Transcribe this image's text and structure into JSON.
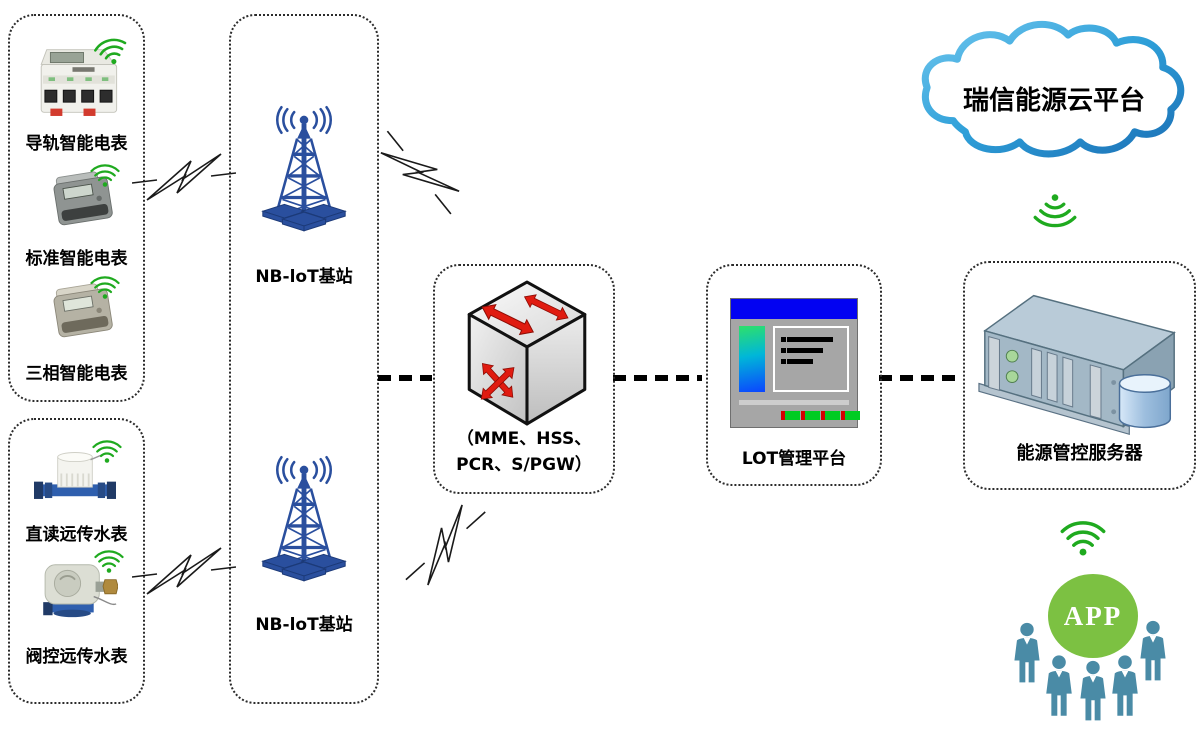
{
  "colors": {
    "tower_blue": "#2a4f9e",
    "wifi_green": "#1faa1f",
    "arrow_red": "#e01b10",
    "app_green": "#7cc142",
    "people_blue": "#4a8ba6",
    "cloud_blue": "#1f7fc4",
    "titlebar_blue": "#0202f2",
    "bolt_black": "#1a1a1a"
  },
  "icons": {
    "din_rail_meter": "din-rail-meter-icon",
    "standard_meter": "standard-meter-icon",
    "three_phase_meter": "three-phase-meter-icon",
    "direct_water_meter": "direct-reading-water-meter-icon",
    "valve_water_meter": "valve-control-water-meter-icon",
    "cell_tower": "cell-tower-icon",
    "core_switch": "core-network-switch-icon",
    "console": "management-console-icon",
    "server": "rack-server-icon",
    "cloud": "cloud-icon",
    "wifi": "wifi-signal-icon",
    "lightning": "lightning-link-icon",
    "users": "user-figure-icon"
  },
  "groups": {
    "electric_meters": {
      "items": [
        {
          "label": "导轨智能电表"
        },
        {
          "label": "标准智能电表"
        },
        {
          "label": "三相智能电表"
        }
      ]
    },
    "water_meters": {
      "items": [
        {
          "label": "直读远传水表"
        },
        {
          "label": "阀控远传水表"
        }
      ]
    },
    "base_station_top": {
      "label": "NB-loT基站"
    },
    "base_station_bottom": {
      "label": "NB-loT基站"
    },
    "core_network": {
      "line1": "（MME、HSS、",
      "line2": "PCR、S/PGW）"
    },
    "iot_platform": {
      "label": "LOT管理平台"
    },
    "energy_server": {
      "label": "能源管控服务器"
    },
    "cloud": {
      "label": "瑞信能源云平台"
    },
    "app": {
      "label": "APP"
    }
  }
}
